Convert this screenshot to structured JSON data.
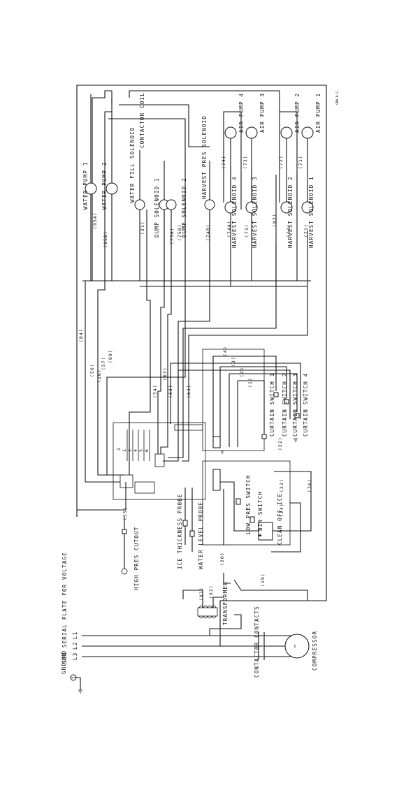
{
  "notes": {
    "serial_plate": "SEE SERIAL PLATE FOR VOLTAGE",
    "ground": "GROUND",
    "doc_code": "SRN-D.S.",
    "lines": [
      "L1",
      "L2",
      "L3"
    ]
  },
  "components": {
    "compressor": "COMPRESSOR",
    "contactor_contacts": "CONTACTOR CONTACTS",
    "contactor_coil": "CONTACTOR COIL",
    "transformer": "TRANSFORMER",
    "high_pres_cutout": "HIGH PRES CUTOUT",
    "ice_thickness_probe": "ICE THICKNESS PROBE",
    "water_level_probe": "WATER LEVEL PROBE",
    "low_pres_switch": "LOW PRES SWITCH",
    "bin_switch": "BIN SWITCH",
    "clean_off_ice": "CLEAN OFF ICE",
    "curtain_switches": [
      "CURTAIN SWITCH 1",
      "CURTAIN SWITCH 2",
      "CURTAIN SWITCH 3",
      "CURTAIN SWITCH 4"
    ],
    "water_pumps": [
      "WATER PUMP 1",
      "WATER PUMP 2"
    ],
    "water_fill_solenoid": "WATER FILL SOLENOID",
    "dump_solenoids": [
      "DUMP SOLENOID 1",
      "DUMP SOLENOID 2"
    ],
    "harvest_pres_solenoid": "HARVEST PRES SOLENOID",
    "harvest_solenoids": [
      "HARVEST SOLENOID 1",
      "HARVEST SOLENOID 2",
      "HARVEST SOLENOID 3",
      "HARVEST SOLENOID 4"
    ],
    "air_pumps": [
      "AIR PUMP 1",
      "AIR PUMP 2",
      "AIR PUMP 3",
      "AIR PUMP 4"
    ]
  },
  "wire_numbers": {
    "w56": "(56)",
    "w57": "(57)",
    "w20": "(20)",
    "w80": "(80)",
    "w84": "(84)",
    "w54": "(54)",
    "w62": "(62)",
    "w63": "(63)",
    "w61": "(61)",
    "w4": "(4)",
    "w3": "(3)",
    "w2": "(2)",
    "w1": "(1)",
    "w55": "(55)",
    "w22": "(22)",
    "w23": "(23)",
    "w24": "(24)",
    "w76": "(76)",
    "w19": "(19)",
    "w20b": "(20)",
    "x1": "(X1)",
    "x2": "(X2)",
    "w95a": "(95A)",
    "w95b": "(95B)",
    "w21": "(21)",
    "w75a": "(75A)",
    "w75b": "(75B)",
    "w74b": "(74B)",
    "w74a": "(74A)",
    "w73": "(73)",
    "w82": "(82)",
    "w72": "(72)",
    "w71": "(71)",
    "w74": "(74)",
    "w73b": "(73)",
    "w72b": "(72)",
    "w71b": "(71)"
  },
  "board_pins": {
    "inputs": [
      "2",
      "1",
      "3",
      "4",
      "5",
      "6"
    ]
  }
}
